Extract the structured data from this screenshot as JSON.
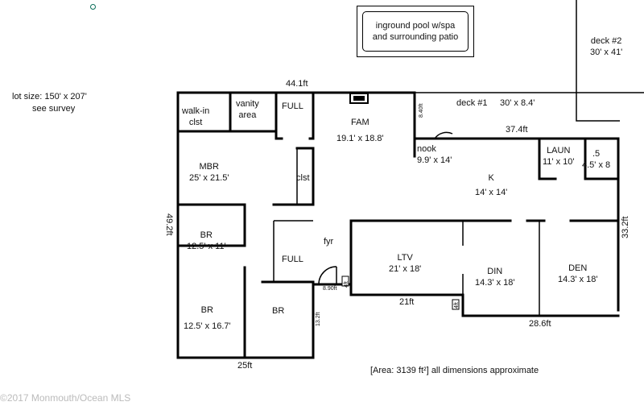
{
  "lot": {
    "size": "lot size:  150' x 207'",
    "survey": "see survey"
  },
  "pool": {
    "line1": "inground pool w/spa",
    "line2": "and surrounding patio"
  },
  "rooms": {
    "deck2": {
      "name": "deck #2",
      "dims": "30' x 41'"
    },
    "deck1": {
      "name": "deck #1",
      "dims": "30' x 8.4'"
    },
    "walkin": {
      "name": "walk-in",
      "name2": "clst"
    },
    "vanity": {
      "name": "vanity",
      "name2": "area"
    },
    "full_top": {
      "name": "FULL"
    },
    "fam": {
      "name": "FAM",
      "dims": "19.1' x 18.8'"
    },
    "nook": {
      "name": "nook",
      "dims": "9.9' x 14'"
    },
    "laun": {
      "name": "LAUN",
      "dims": "11' x 10'"
    },
    "half": {
      "name": ".5",
      "dims": "4.5' x 8"
    },
    "mbr": {
      "name": "MBR",
      "dims": "25' x 21.5'"
    },
    "clst": {
      "name": "clst"
    },
    "k": {
      "name": "K",
      "dims": "14' x 14'"
    },
    "br1": {
      "name": "BR",
      "dims": "12.5' x 11'"
    },
    "fyr": {
      "name": "fyr"
    },
    "full_mid": {
      "name": "FULL"
    },
    "ltv": {
      "name": "LTV",
      "dims": "21' x 18'"
    },
    "din": {
      "name": "DIN",
      "dims": "14.3' x 18'"
    },
    "den": {
      "name": "DEN",
      "dims": "14.3' x 18'"
    },
    "br2": {
      "name": "BR",
      "dims": "12.5' x 16.7'"
    },
    "br3": {
      "name": "BR"
    }
  },
  "dimensions": {
    "top": "44.1ft",
    "deck_side": "8.40ft",
    "kitchen_top": "37.4ft",
    "left": "49.2ft",
    "right": "33.2ft",
    "step_small": "8.90ft",
    "step_vert": "4ft",
    "mid": "21ft",
    "mid_vert": "4ft",
    "bottom_right": "28.6ft",
    "bottom_left": "25ft",
    "br_side": "13.2ft"
  },
  "footer": {
    "area": "[Area: 3139 ft²] all dimensions approximate",
    "watermark": "©2017 Monmouth/Ocean MLS"
  }
}
